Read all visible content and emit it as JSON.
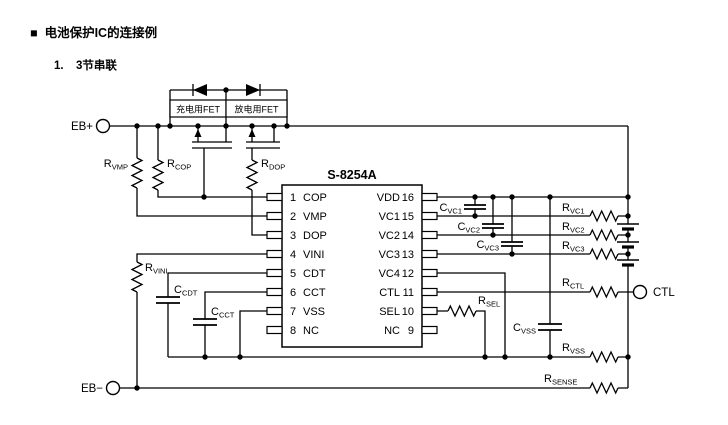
{
  "page": {
    "bullet": "■",
    "title": "电池保护IC的连接例",
    "item_no": "1.",
    "item_title": "3节串联"
  },
  "fet": {
    "charge_label": "充电用FET",
    "discharge_label": "放电用FET"
  },
  "ic": {
    "name": "S-8254A",
    "left_pins": [
      {
        "num": "1",
        "name": "COP"
      },
      {
        "num": "2",
        "name": "VMP"
      },
      {
        "num": "3",
        "name": "DOP"
      },
      {
        "num": "4",
        "name": "VINI"
      },
      {
        "num": "5",
        "name": "CDT"
      },
      {
        "num": "6",
        "name": "CCT"
      },
      {
        "num": "7",
        "name": "VSS"
      },
      {
        "num": "8",
        "name": "NC"
      }
    ],
    "right_pins": [
      {
        "name": "VDD",
        "num": "16"
      },
      {
        "name": "VC1",
        "num": "15"
      },
      {
        "name": "VC2",
        "num": "14"
      },
      {
        "name": "VC3",
        "num": "13"
      },
      {
        "name": "VC4",
        "num": "12"
      },
      {
        "name": "CTL",
        "num": "11"
      },
      {
        "name": "SEL",
        "num": "10"
      },
      {
        "name": "NC",
        "num": "9"
      }
    ]
  },
  "terminals": {
    "positive": "EB+",
    "negative": "EB−",
    "control": "CTL"
  },
  "components": {
    "r_vmp": {
      "base": "R",
      "sub": "VMP"
    },
    "r_cop": {
      "base": "R",
      "sub": "COP"
    },
    "r_dop": {
      "base": "R",
      "sub": "DOP"
    },
    "r_vini": {
      "base": "R",
      "sub": "VINI"
    },
    "c_cdt": {
      "base": "C",
      "sub": "CDT"
    },
    "c_cct": {
      "base": "C",
      "sub": "CCT"
    },
    "c_vc1": {
      "base": "C",
      "sub": "VC1"
    },
    "c_vc2": {
      "base": "C",
      "sub": "VC2"
    },
    "c_vc3": {
      "base": "C",
      "sub": "VC3"
    },
    "r_vc1": {
      "base": "R",
      "sub": "VC1"
    },
    "r_vc2": {
      "base": "R",
      "sub": "VC2"
    },
    "r_vc3": {
      "base": "R",
      "sub": "VC3"
    },
    "r_ctl": {
      "base": "R",
      "sub": "CTL"
    },
    "r_sel": {
      "base": "R",
      "sub": "SEL"
    },
    "c_vss": {
      "base": "C",
      "sub": "VSS"
    },
    "r_vss": {
      "base": "R",
      "sub": "VSS"
    },
    "r_sense": {
      "base": "R",
      "sub": "SENSE"
    }
  },
  "colors": {
    "line": "#000000",
    "background": "#ffffff"
  },
  "battery": {
    "cells": 3
  }
}
